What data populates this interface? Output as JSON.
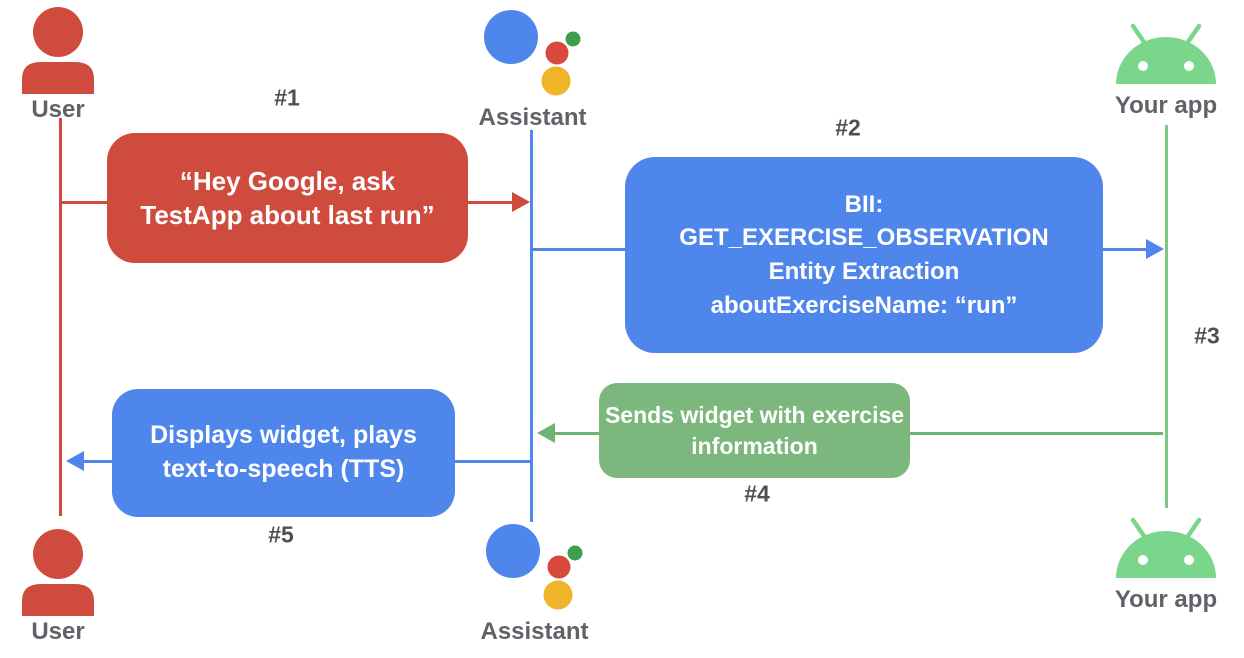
{
  "actors": {
    "user_top": {
      "label": "User"
    },
    "assistant_top": {
      "label": "Assistant"
    },
    "app_top": {
      "label": "Your app"
    },
    "user_bottom": {
      "label": "User"
    },
    "assistant_bottom": {
      "label": "Assistant"
    },
    "app_bottom": {
      "label": "Your app"
    }
  },
  "steps": {
    "s1": "#1",
    "s2": "#2",
    "s3": "#3",
    "s4": "#4",
    "s5": "#5"
  },
  "messages": {
    "m1": {
      "lines": [
        "“Hey Google, ask",
        "TestApp about last run”"
      ]
    },
    "m2": {
      "lines": [
        "BII:",
        "GET_EXERCISE_OBSERVATION",
        "Entity Extraction",
        "aboutExerciseName: “run”"
      ]
    },
    "m4": {
      "lines": [
        "Sends widget with exercise",
        "information"
      ]
    },
    "m5": {
      "lines": [
        "Displays widget, plays",
        "text-to-speech (TTS)"
      ]
    }
  },
  "colors": {
    "red": "#cf4b3e",
    "blue": "#4f86ec",
    "green_box": "#7cb87e",
    "green_line": "#81c784",
    "android_green": "#7bd68c",
    "assistant_yellow": "#f0b429",
    "assistant_green": "#3e9e4f",
    "label_gray": "#5f6368"
  }
}
